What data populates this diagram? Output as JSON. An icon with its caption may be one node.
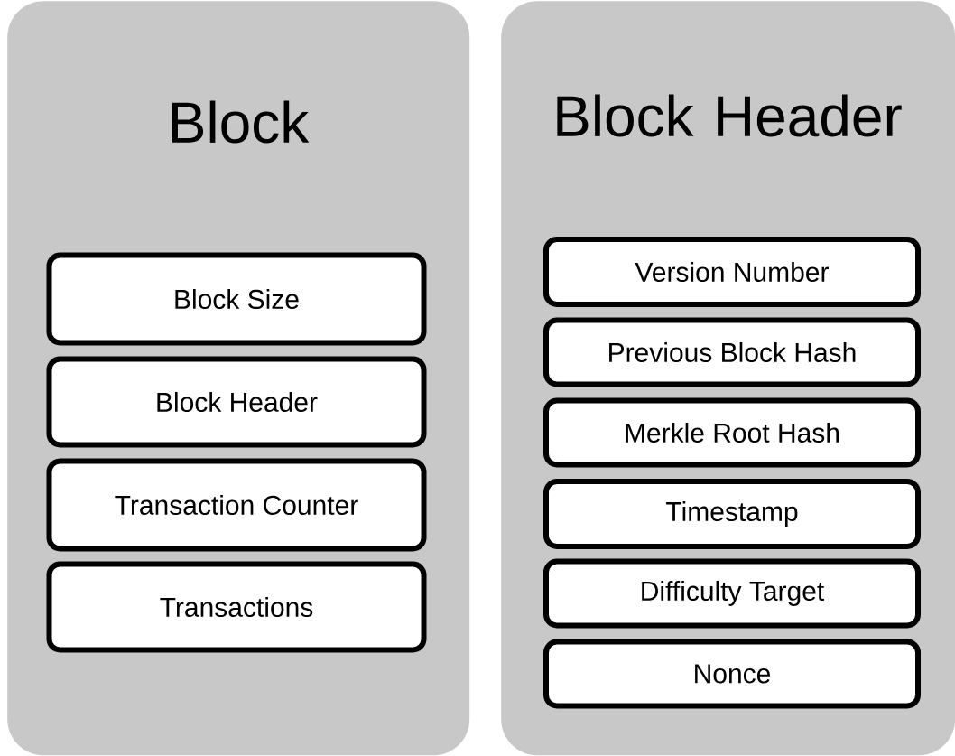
{
  "diagram": {
    "nodes": [
      {
        "text": [
          "Block"
        ]
      },
      {
        "text": [
          "Block Size"
        ],
        "in": 0
      },
      {
        "text": [
          "Block Header"
        ],
        "in": 0
      },
      {
        "text": [
          "Transaction Counter"
        ],
        "in": 0
      },
      {
        "text": [
          "Transactions"
        ],
        "in": 0
      },
      {
        "text": [
          "Block Header"
        ]
      },
      {
        "text": [
          "Version Number"
        ],
        "in": 5
      },
      {
        "text": [
          "Previous Block Hash"
        ],
        "in": 5
      },
      {
        "text": [
          "Merkle Root Hash"
        ],
        "in": 5
      },
      {
        "text": [
          "Timestamp"
        ],
        "in": 5
      },
      {
        "text": [
          "Difficulty Target"
        ],
        "in": 5
      },
      {
        "text": [
          "Nonce"
        ],
        "in": 5
      }
    ]
  }
}
